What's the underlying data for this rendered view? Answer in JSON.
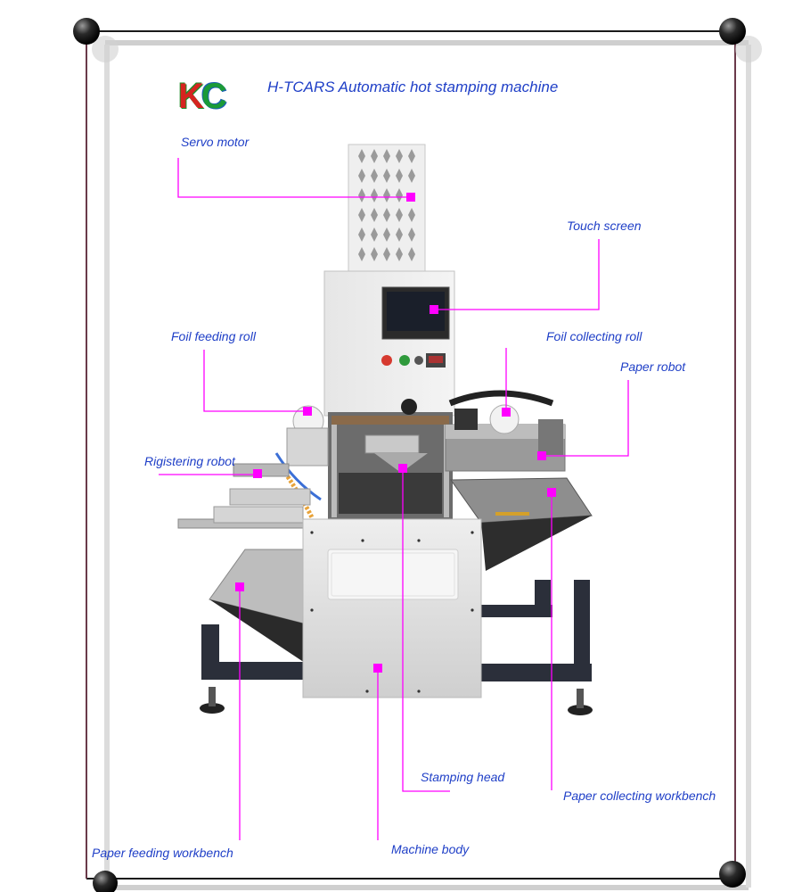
{
  "logo": {
    "k": "K",
    "c": "C"
  },
  "title": "H-TCARS Automatic hot stamping machine",
  "labels": {
    "servo_motor": "Servo motor",
    "touch_screen": "Touch screen",
    "foil_feeding_roll": "Foil feeding roll",
    "foil_collecting_roll": "Foil collecting roll",
    "paper_robot": "Paper robot",
    "registering_robot": "Rigistering robot",
    "stamping_head": "Stamping head",
    "paper_collecting_workbench": "Paper collecting workbench",
    "paper_feeding_workbench": "Paper feeding workbench",
    "machine_body": "Machine body"
  },
  "colors": {
    "label_text": "#1f3fc7",
    "leader_line": "#ff00ff",
    "pin": "#ff00ff",
    "frame_line": "#1a1a1a"
  }
}
